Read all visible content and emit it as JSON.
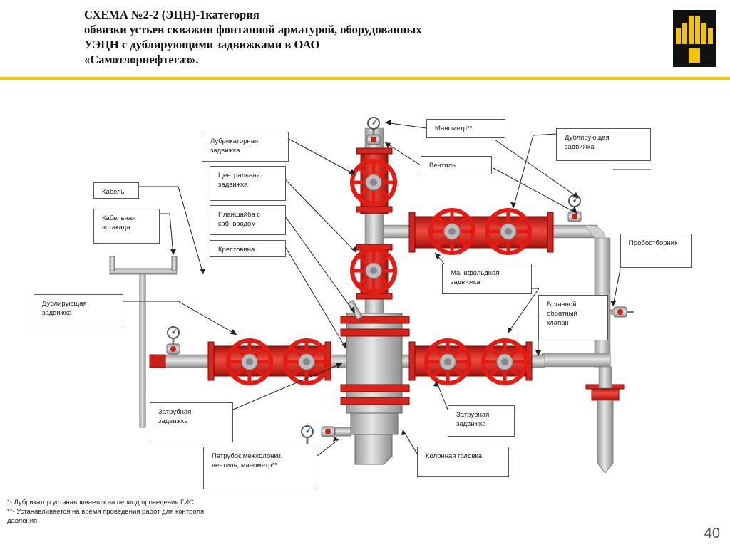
{
  "header": {
    "title_lines": [
      "СХЕМА №2-2 (ЭЦН)-1категория",
      "обвязки устьев скважин фонтанной арматурой, оборудованных",
      "УЭЦН с дублирующими задвижками в ОАО",
      "«Самотлорнефтегаз»."
    ],
    "logo_icon": "rosneft-logo-icon",
    "accent_color": "#F4C400"
  },
  "labels": {
    "manometer": "Манометр**",
    "lubricator_valve": "Лубрикаторная\nзадвижка",
    "backup_valve_top": "Дублирующая\nзадвижка",
    "vent_valve": "Вентиль",
    "central_valve": "Центральная\nзадвижка",
    "cable": "Кабель",
    "cable_rack": "Кабельная\nэстакада",
    "faceplate": "Планшайба с\nкаб. вводом",
    "cross": "Крестовина",
    "sampler": "Пробоотборник",
    "manifold_valve": "Манифольдная\nзадвижка",
    "backup_valve_left": "Дублирующая\nзадвижка",
    "check_valve": "Вставной\nобратный\nклапан",
    "annular_valve_left": "Затрубная\nзадвижка",
    "annular_valve_right": "Затрубная\nзадвижка",
    "column_head": "Колонная головка",
    "branch_pipe": "Патрубок межколонки,\nвентиль, манометр**"
  },
  "footnotes": [
    "*- Лубрикатор  устанавливается на период проведения ГИС",
    "**- Устанавливается на время проведения работ для контроля",
    "давления"
  ],
  "page_number": "40",
  "colors": {
    "valve_red": "#E8201A",
    "pipe_grey": "#C8C8C8",
    "flange_red": "#D6251C"
  }
}
